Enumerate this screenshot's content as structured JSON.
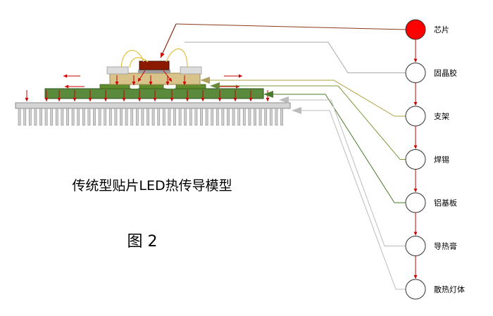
{
  "diagram": {
    "caption": "传统型贴片LED热传导模型",
    "figure_label": "图 2",
    "layers": [
      {
        "label": "芯片",
        "color": "#ff0000"
      },
      {
        "label": "固晶胶",
        "color": "#ffffff"
      },
      {
        "label": "支架",
        "color": "#ffffff"
      },
      {
        "label": "焊锡",
        "color": "#ffffff"
      },
      {
        "label": "铝基板",
        "color": "#ffffff"
      },
      {
        "label": "导热膏",
        "color": "#ffffff"
      },
      {
        "label": "散热灯体",
        "color": "#ffffff"
      }
    ],
    "colors": {
      "heat_arrow": "#cc0000",
      "chip": "#8b1a00",
      "bracket": "#d8c38a",
      "aluminum_board": "#5a8a3c",
      "heatsink": "#cfcfcf"
    }
  }
}
